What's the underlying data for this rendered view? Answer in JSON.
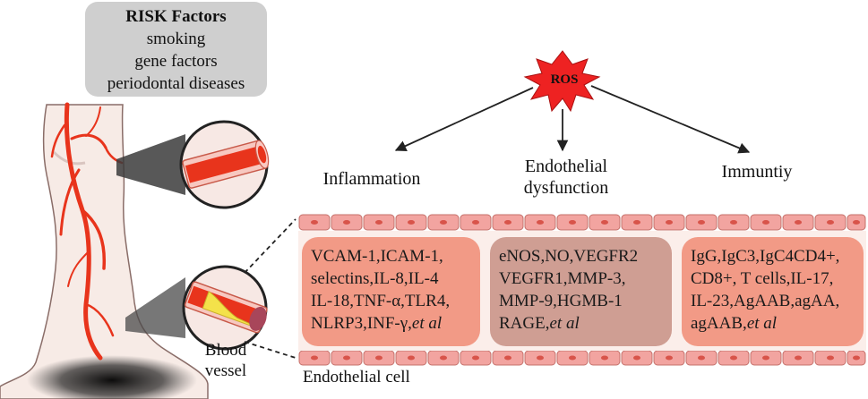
{
  "risk_factors": {
    "title": "RISK Factors",
    "items": [
      "smoking",
      "gene factors",
      "periodontal diseases"
    ]
  },
  "ros_label": "ROS",
  "categories": {
    "inflammation": "Inflammation",
    "endothelial_line1": "Endothelial",
    "endothelial_line2": "dysfunction",
    "immunity": "Immuntiy"
  },
  "panels": {
    "inflammation": {
      "lines": [
        "VCAM-1,ICAM-1,",
        "selectins,IL-8,IL-4",
        "IL-18,TNF-α,TLR4,",
        "NLRP3,INF-γ,"
      ],
      "suffix": "et al"
    },
    "endothelial": {
      "lines": [
        "eNOS,NO,VEGFR2",
        "VEGFR1,MMP-3,",
        "MMP-9,HGMB-1",
        "RAGE,"
      ],
      "suffix": "et al"
    },
    "immunity": {
      "lines": [
        "IgG,IgC3,IgC4CD4+,",
        "CD8+, T cells,IL-17,",
        "IL-23,AgAAB,agAA,",
        "agAAB,"
      ],
      "suffix": "et al"
    }
  },
  "labels": {
    "blood_vessel_line1": "Blood",
    "blood_vessel_line2": "vessel",
    "endothelial_cell": "Endothelial cell"
  },
  "colors": {
    "vessel_red": "#e8341c",
    "skin": "#f7ebe6",
    "cell": "#f2a4a0",
    "ros_star": "#ee2222",
    "panel_light": "#f29a86",
    "panel_dark": "#cf9e93"
  }
}
